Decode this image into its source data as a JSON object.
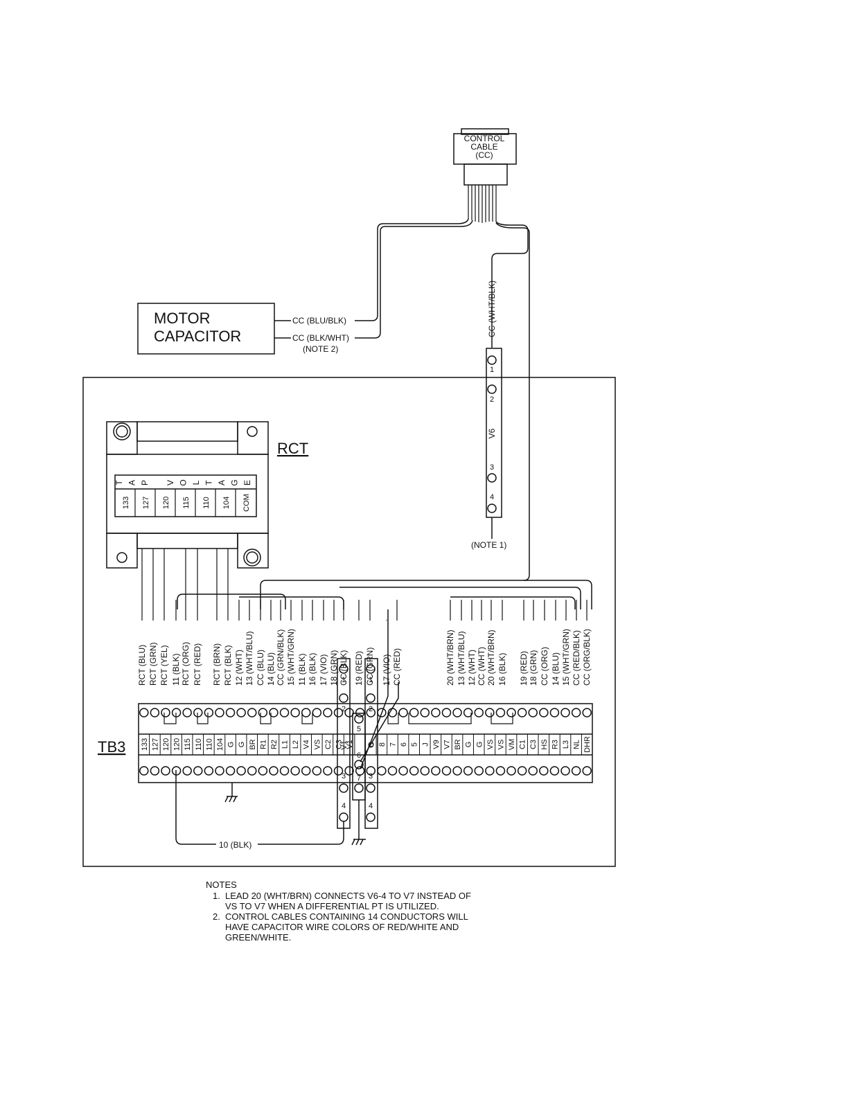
{
  "control_cable": {
    "line1": "CONTROL",
    "line2": "CABLE",
    "line3": "(CC)"
  },
  "motor_capacitor": {
    "line1": "MOTOR",
    "line2": "CAPACITOR",
    "wire1": "CC (BLU/BLK)",
    "wire2": "CC (BLK/WHT)",
    "wire2_note": "(NOTE 2)"
  },
  "v6": {
    "label": "V6",
    "terminals": [
      "1",
      "2",
      "3",
      "4"
    ],
    "top_wire": "CC (WHT/BLK)",
    "note": "(NOTE 1)"
  },
  "rct": {
    "label": "RCT",
    "header_letters": [
      "T",
      "A",
      "P",
      "",
      "V",
      "O",
      "L",
      "T",
      "A",
      "G",
      "E"
    ],
    "taps": [
      "133",
      "127",
      "120",
      "115",
      "110",
      "104",
      "COM"
    ]
  },
  "tb3": {
    "label": "TB3",
    "terminals": [
      "133",
      "127",
      "120",
      "120",
      "115",
      "110",
      "110",
      "104",
      "G",
      "G",
      "BR",
      "R1",
      "R2",
      "L1",
      "L2",
      "V4",
      "VS",
      "C2",
      "C3",
      "V1",
      "",
      "C",
      "8",
      "7",
      "6",
      "5",
      "J",
      "V9",
      "V7",
      "BR",
      "G",
      "G",
      "VS",
      "VS",
      "VM",
      "C1",
      "C3",
      "HS",
      "R3",
      "L3",
      "NL",
      "DHR"
    ]
  },
  "wire_labels_left": [
    "RCT (BLU)",
    "RCT (GRN)",
    "RCT (YEL)",
    "11 (BLK)",
    "RCT (ORG)",
    "RCT (RED)",
    "RCT (BRN)",
    "RCT (BLK)",
    "12 (WHT)",
    "13 (WHT/BLU)",
    "CC (BLU)",
    "14 (BLU)",
    "CC (GRN/BLK)",
    "15 (WHT/GRN)",
    "11 (BLK)",
    "16 (BLK)",
    "17 (VIO)",
    "18 (GRN)",
    "CC (BLK)"
  ],
  "wire_labels_center": [
    "19 (RED)",
    "CC (GRN)",
    "17 (VIO)",
    "CC (RED)"
  ],
  "wire_labels_right": [
    "20 (WHT/BRN)",
    "13 (WHT/BLU)",
    "12 (WHT)",
    "CC (WHT)",
    "20 (WHT/BRN)",
    "16 (BLK)",
    "19 (RED)",
    "18 (GRN)",
    "CC (ORG)",
    "14 (BLU)",
    "15 (WHT/GRN)",
    "CC (RED/BLK)",
    "CC (ORG/BLK)"
  ],
  "v1_strip": {
    "label": "V1",
    "terminals": [
      "1",
      "2",
      "3",
      "4"
    ]
  },
  "c_strip": {
    "label": "C",
    "terminals": [
      "1",
      "2",
      "3",
      "4"
    ]
  },
  "mid_strip": {
    "terminals": [
      "5",
      "6",
      "7"
    ]
  },
  "bottom_wire": "10 (BLK)",
  "notes": {
    "title": "NOTES",
    "items": [
      {
        "num": "1.",
        "lines": [
          "LEAD 20 (WHT/BRN) CONNECTS V6-4 TO V7 INSTEAD OF",
          "VS TO V7 WHEN A DIFFERENTIAL PT IS UTILIZED."
        ]
      },
      {
        "num": "2.",
        "lines": [
          "CONTROL CABLES CONTAINING 14 CONDUCTORS WILL",
          "HAVE CAPACITOR WIRE COLORS OF RED/WHITE AND",
          "GREEN/WHITE."
        ]
      }
    ]
  }
}
